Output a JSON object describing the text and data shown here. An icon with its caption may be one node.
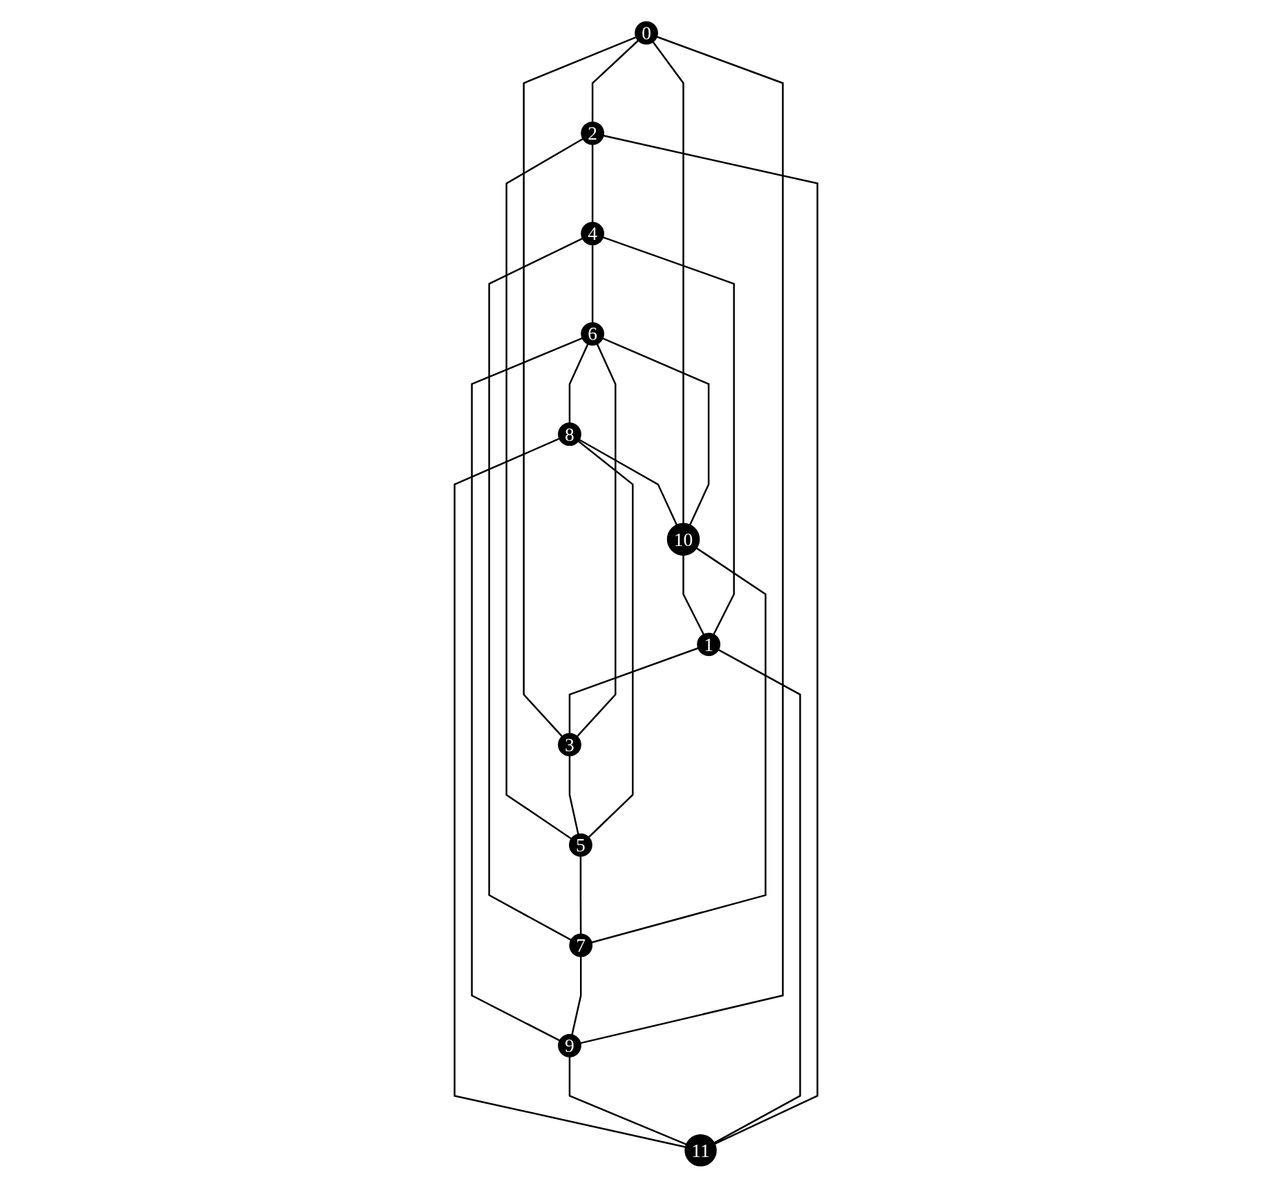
{
  "diagram": {
    "nodes": [
      {
        "text": [
          "0"
        ]
      },
      {
        "text": [
          "1"
        ]
      },
      {
        "text": [
          "2"
        ]
      },
      {
        "text": [
          "3"
        ]
      },
      {
        "text": [
          "4"
        ]
      },
      {
        "text": [
          "5"
        ]
      },
      {
        "text": [
          "6"
        ]
      },
      {
        "text": [
          "7"
        ]
      },
      {
        "text": [
          "8"
        ]
      },
      {
        "text": [
          "9"
        ]
      },
      {
        "text": [
          "10"
        ]
      },
      {
        "text": [
          "11"
        ]
      }
    ],
    "edges": [
      {
        "from": 0,
        "to": 2,
        "arrow": "none"
      },
      {
        "from": 0,
        "to": 3,
        "arrow": "none"
      },
      {
        "from": 1,
        "to": 3,
        "arrow": "none"
      },
      {
        "from": 1,
        "to": 4,
        "arrow": "none"
      },
      {
        "from": 2,
        "to": 4,
        "arrow": "none"
      },
      {
        "from": 2,
        "to": 5,
        "arrow": "none"
      },
      {
        "from": 3,
        "to": 5,
        "arrow": "none"
      },
      {
        "from": 3,
        "to": 6,
        "arrow": "none"
      },
      {
        "from": 4,
        "to": 6,
        "arrow": "none"
      },
      {
        "from": 4,
        "to": 7,
        "arrow": "none"
      },
      {
        "from": 5,
        "to": 7,
        "arrow": "none"
      },
      {
        "from": 5,
        "to": 8,
        "arrow": "none"
      },
      {
        "from": 6,
        "to": 8,
        "arrow": "none"
      },
      {
        "from": 6,
        "to": 9,
        "arrow": "none"
      },
      {
        "from": 7,
        "to": 9,
        "arrow": "none"
      },
      {
        "from": 7,
        "to": 10,
        "arrow": "none"
      },
      {
        "from": 8,
        "to": 10,
        "arrow": "none"
      },
      {
        "from": 8,
        "to": 11,
        "arrow": "none"
      },
      {
        "from": 9,
        "to": 11,
        "arrow": "none"
      },
      {
        "from": 9,
        "to": 0,
        "arrow": "none"
      },
      {
        "from": 10,
        "to": 0,
        "arrow": "none"
      },
      {
        "from": 10,
        "to": 1,
        "arrow": "none"
      },
      {
        "from": 11,
        "to": 1,
        "arrow": "none"
      },
      {
        "from": 11,
        "to": 2,
        "arrow": "none"
      },
      {
        "from": 10,
        "to": 6,
        "arrow": "none"
      }
    ]
  }
}
